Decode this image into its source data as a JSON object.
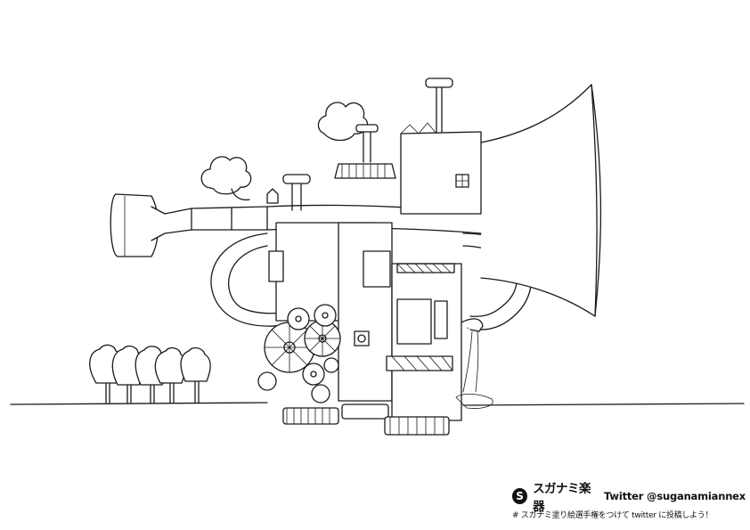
{
  "brand": {
    "logo_letter": "S",
    "name": "スガナミ楽器"
  },
  "footer": {
    "twitter": "Twitter @suganamiannex",
    "hashtag_line": "# スガナミ塗り絵選手権をつけて twitter に投稿しよう！"
  },
  "colors": {
    "ink": "#1a1a1a",
    "paper": "#ffffff"
  },
  "illustration": {
    "subject": "line-art coloring page: a trumpet-shaped steampunk machine house with gears, chimneys, smoke clouds and a row of trees"
  }
}
